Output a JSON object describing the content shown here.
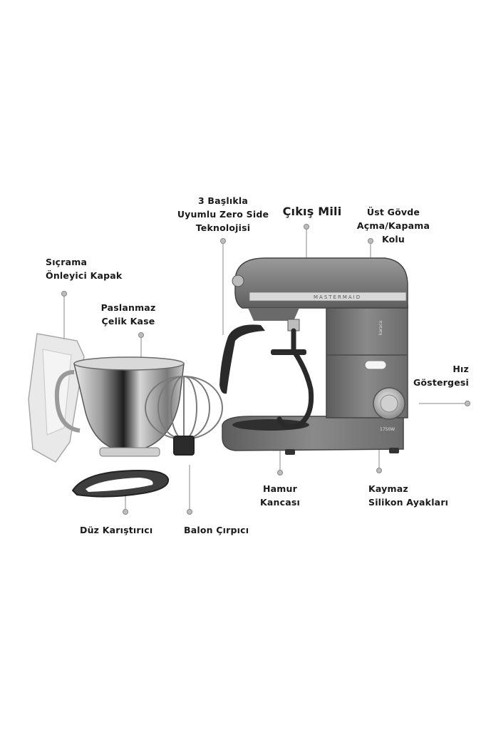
{
  "labels": {
    "zero_side": [
      "3 Başlıkla",
      "Uyumlu Zero Side",
      "Teknolojisi"
    ],
    "cikis_mili": "Çıkış Mili",
    "ust_govde": [
      "Üst Gövde",
      "Açma/Kapama",
      "Kolu"
    ],
    "sicrama": [
      "Sıçrama",
      "Önleyici Kapak"
    ],
    "paslanmaz": [
      "Paslanmaz",
      "Çelik Kase"
    ],
    "hiz": [
      "Hız",
      "Göstergesi"
    ],
    "hamur": [
      "Hamur",
      "Kancası"
    ],
    "kaymaz": [
      "Kaymaz",
      "Silikon Ayakları"
    ],
    "duz": "Düz Karıştırıcı",
    "balon": "Balon Çırpıcı"
  },
  "product_text": {
    "brand_strip": "MASTERMAID",
    "logo": "karaca",
    "power": "1750W"
  }
}
